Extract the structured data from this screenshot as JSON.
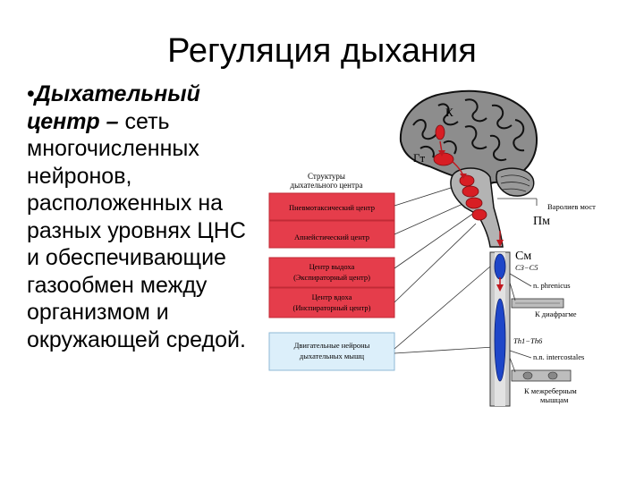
{
  "slide": {
    "title": "Регуляция дыхания",
    "bullet": "•",
    "term": "Дыхательный центр – ",
    "text": "сеть многочисленных нейронов, расположенных на разных уровнях ЦНС и обеспечивающие газообмен между организмом и окружающей средой."
  },
  "diagram": {
    "header_line1": "Структуры",
    "header_line2": "дыхательного центра",
    "boxes": [
      {
        "line1": "Пневмотаксический центр",
        "line2": ""
      },
      {
        "line1": "Апнейстический центр",
        "line2": ""
      },
      {
        "line1": "Центр выдоха",
        "line2": "(Экспираторный центр)"
      },
      {
        "line1": "Центр вдоха",
        "line2": "(Инспираторный центр)"
      },
      {
        "line1": "Двигательные нейроны",
        "line2": "дыхательных мышц"
      }
    ],
    "labels": {
      "k": "К",
      "gt": "Гт",
      "pons": "Варолиев мост",
      "pm": "Пм",
      "sm": "См",
      "c3c5": "C3−C5",
      "phrenicus": "n. phrenicus",
      "diaphragm": "К диафрагме",
      "th1th6": "Th1−Th6",
      "intercostales": "n.n. intercostales",
      "intercostal_line1": "К межреберным",
      "intercostal_line2": "мышцам"
    },
    "colors": {
      "red_box": "#e53d4b",
      "blue_box": "#dceffa",
      "center_red": "#d81e24",
      "cord_blue": "#1e46c8"
    }
  }
}
